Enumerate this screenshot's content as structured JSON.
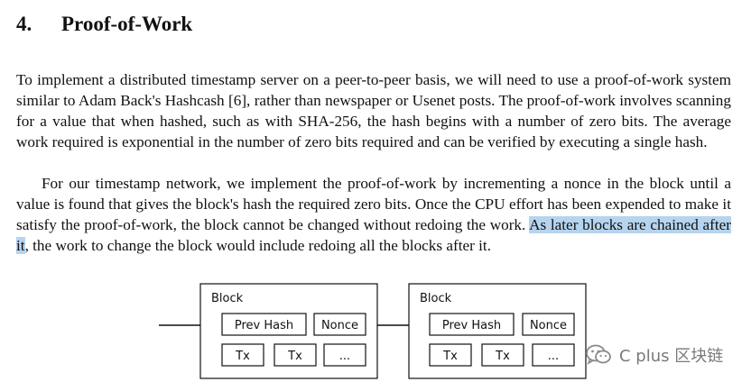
{
  "section": {
    "number": "4.",
    "title": "Proof-of-Work"
  },
  "paragraph1": "To implement a distributed timestamp server on a peer-to-peer basis, we will need to use a proof-of-work system similar to Adam Back's Hashcash [6], rather than newspaper or Usenet posts. The proof-of-work involves scanning for a value that when hashed, such as with SHA-256, the hash begins with a number of zero bits. The average work required is exponential in the number of zero bits required and can be verified by executing a single hash.",
  "paragraph2": {
    "before": "For our timestamp network, we implement the proof-of-work by incrementing a nonce in the block until a value is found that gives the block's hash the required zero bits. Once the CPU effort has been expended to make it satisfy the proof-of-work, the block cannot be changed without redoing the work. ",
    "highlight": "As later blocks are chained after it",
    "after": ", the work to change the block would include redoing all the blocks after it."
  },
  "diagram": {
    "blocks": [
      {
        "label": "Block",
        "prev_hash": "Prev Hash",
        "nonce": "Nonce",
        "tx": [
          "Tx",
          "Tx",
          "..."
        ]
      },
      {
        "label": "Block",
        "prev_hash": "Prev Hash",
        "nonce": "Nonce",
        "tx": [
          "Tx",
          "Tx",
          "..."
        ]
      }
    ]
  },
  "watermark": {
    "text": "C plus 区块链",
    "icon": "wechat-icon"
  },
  "colors": {
    "highlight": "#b6d4ee",
    "watermark": "#7a7a7a"
  }
}
